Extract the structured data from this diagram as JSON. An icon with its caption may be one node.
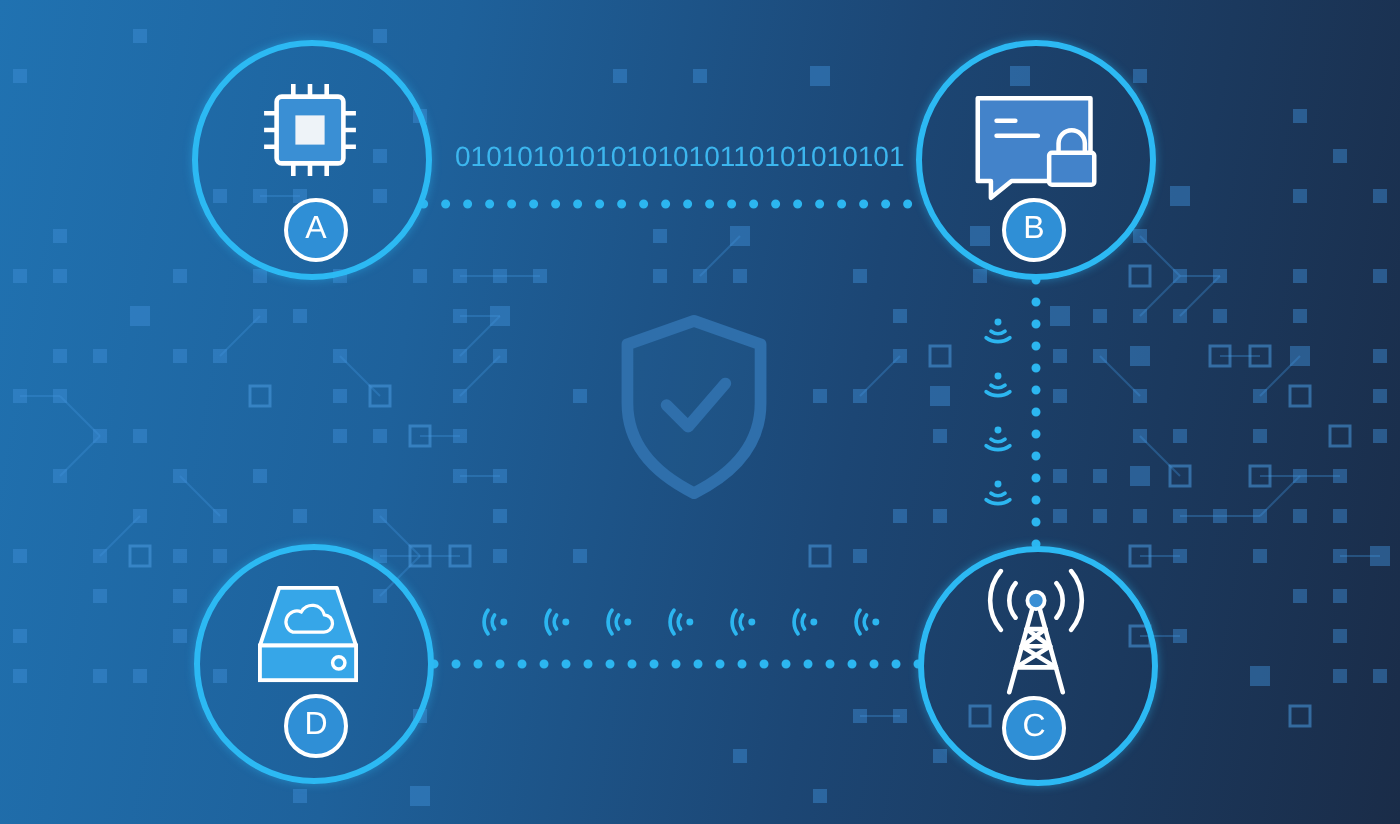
{
  "diagram": {
    "nodes": [
      {
        "text": [],
        "shape": "circle"
      },
      {
        "text": [
          "A"
        ],
        "in": 0
      },
      {
        "text": [],
        "shape": "circle"
      },
      {
        "text": [
          "B"
        ],
        "in": 2
      },
      {
        "text": [],
        "shape": "circle"
      },
      {
        "text": [
          "D"
        ],
        "in": 4
      },
      {
        "text": [],
        "shape": "circle"
      },
      {
        "text": [
          "C"
        ],
        "in": 6
      }
    ],
    "edges": [
      {
        "from": 0,
        "to": 2,
        "arrow": "none",
        "label": "01010101010101010110101010101"
      },
      {
        "from": 2,
        "to": 6,
        "arrow": "none"
      },
      {
        "from": 6,
        "to": 4,
        "arrow": "none"
      }
    ]
  }
}
